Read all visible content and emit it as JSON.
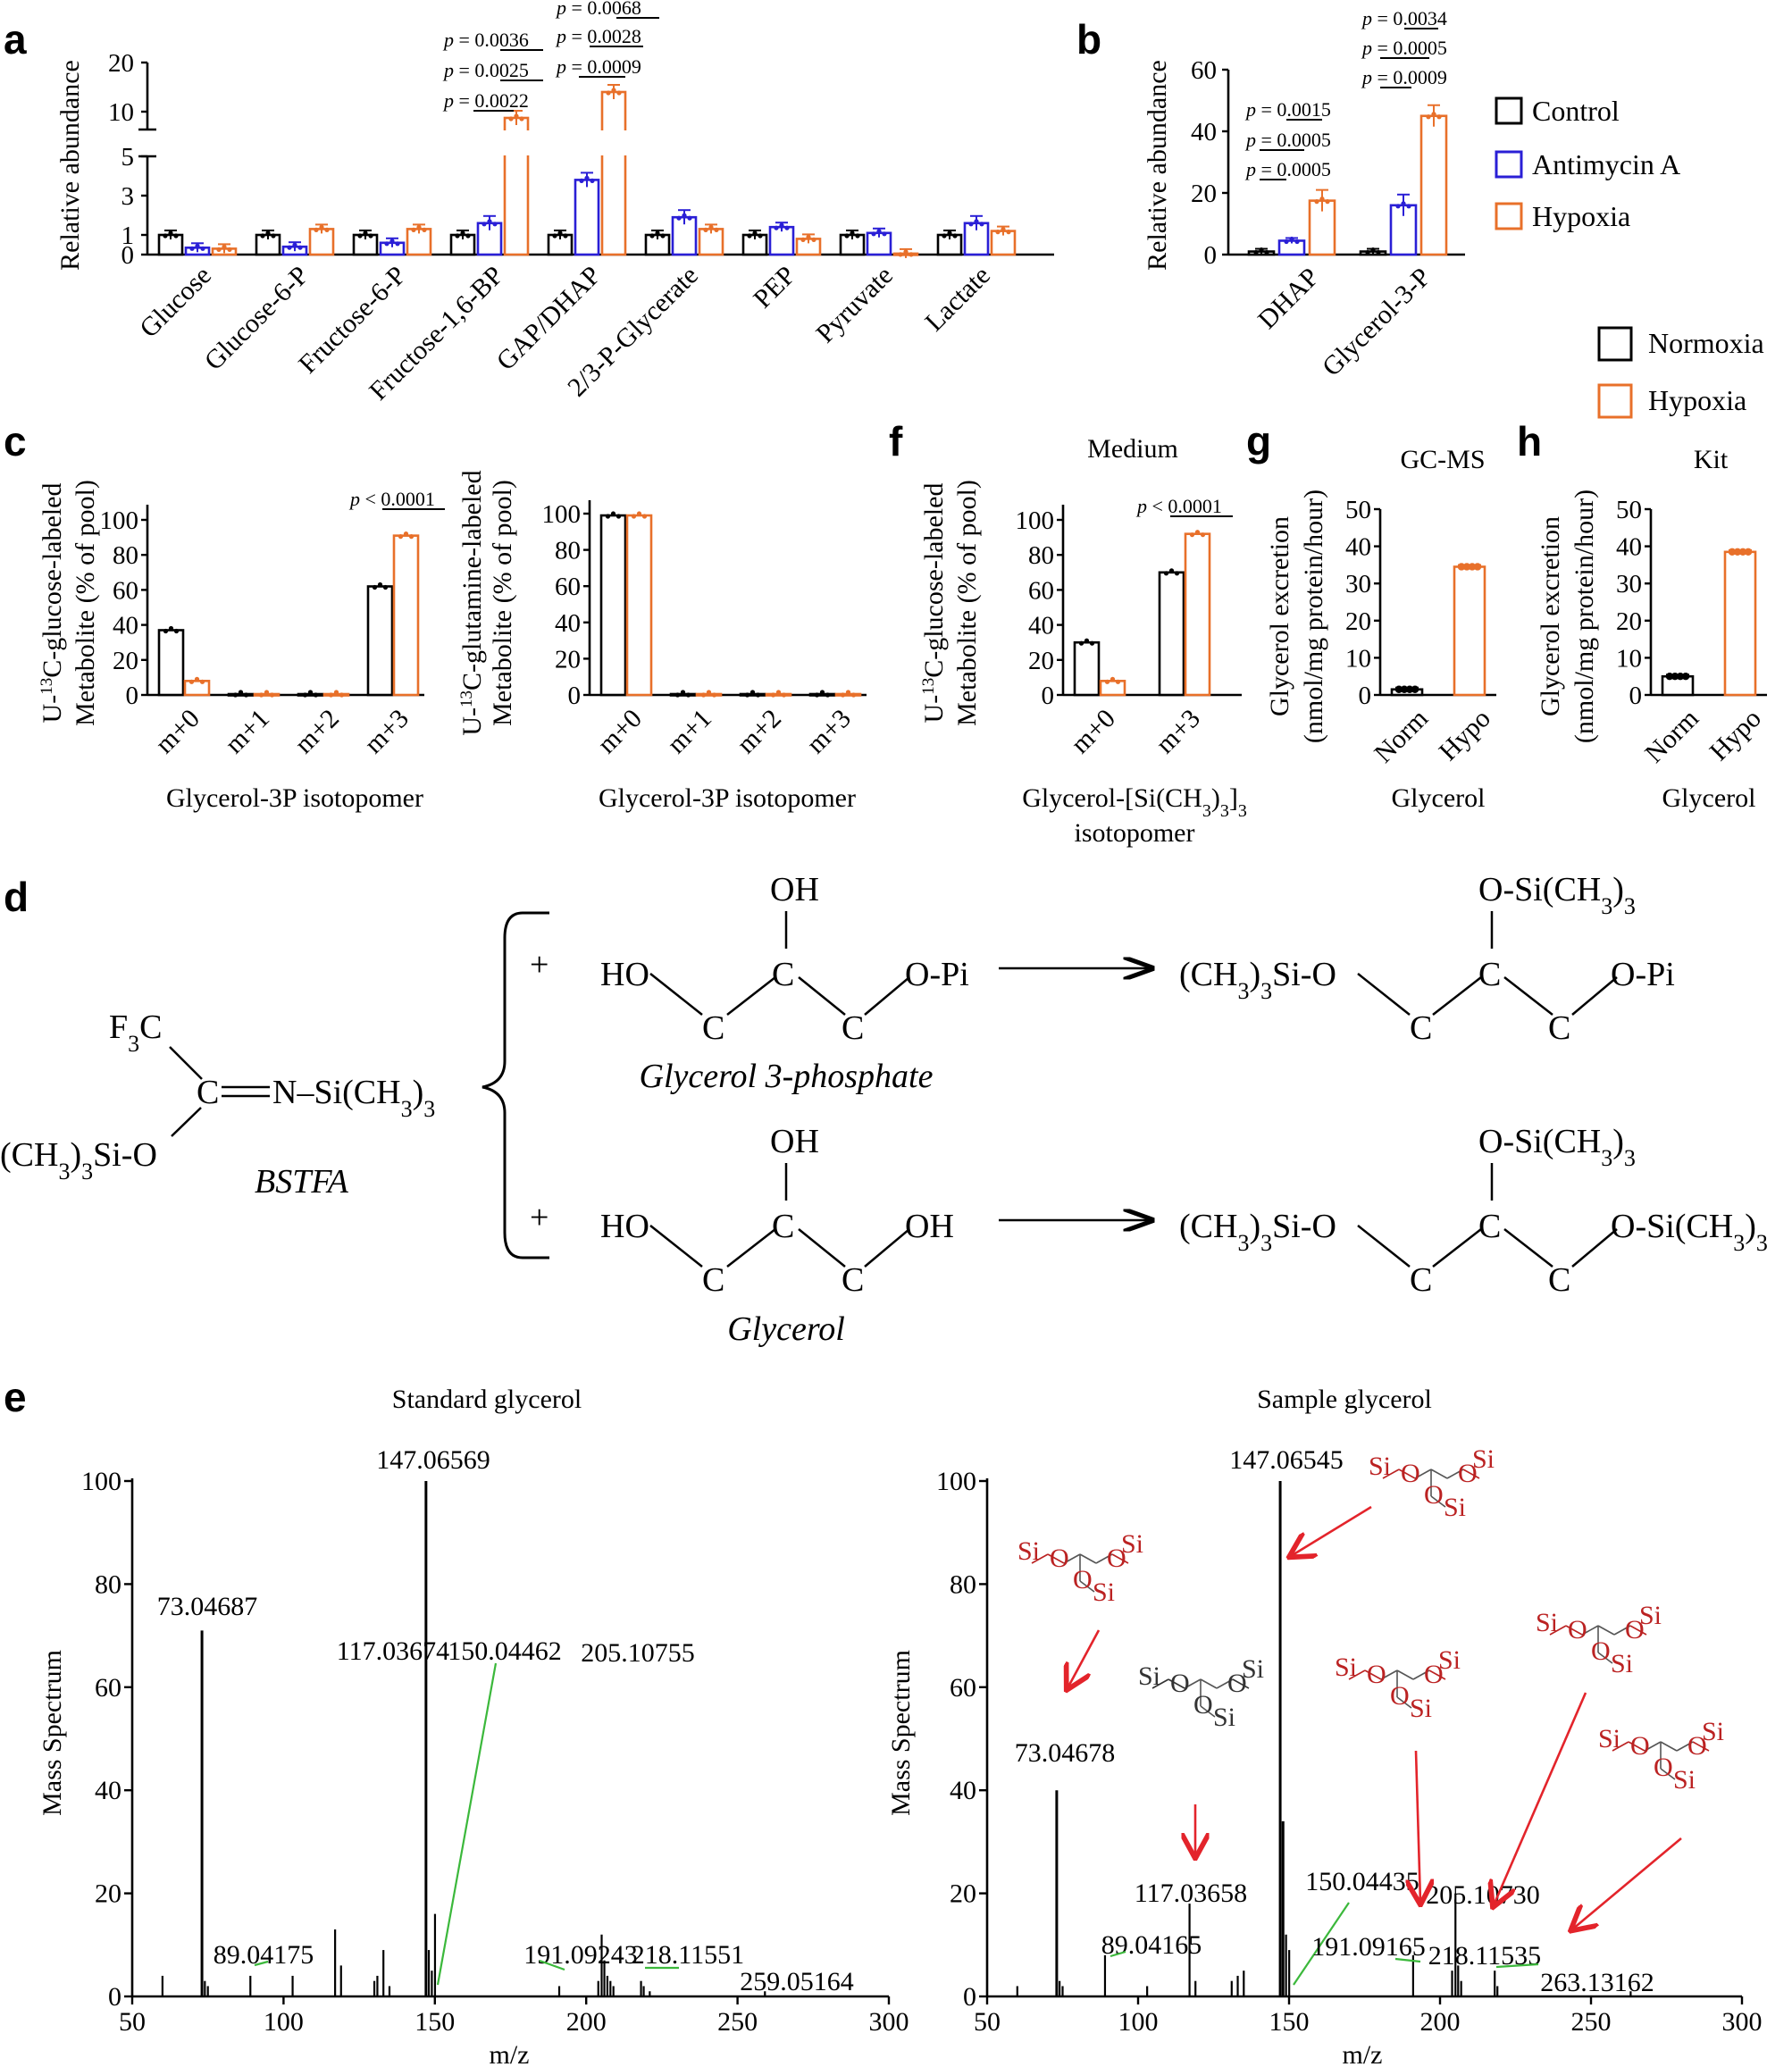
{
  "colors": {
    "control": "#000000",
    "antimycin": "#2a1fd6",
    "hypoxia": "#e8702a",
    "arrow_red": "#e3242b",
    "green": "#3bb83b"
  },
  "panels": {
    "a": "a",
    "b": "b",
    "c": "c",
    "d": "d",
    "e": "e",
    "f": "f",
    "g": "g",
    "h": "h"
  },
  "legend_ab": [
    "Control",
    "Antimycin A",
    "Hypoxia"
  ],
  "legend_cf": [
    "Normoxia",
    "Hypoxia"
  ],
  "chart_data": [
    {
      "id": "a",
      "type": "bar",
      "ylabel": "Relative abundance",
      "y_axis_break": true,
      "yticks": [
        "0",
        "1",
        "3",
        "5",
        "10",
        "20"
      ],
      "categories": [
        "Glucose",
        "Glucose-6-P",
        "Fructose-6-P",
        "Fructose-1,6-BP",
        "GAP/DHAP",
        "2/3-P-Glycerate",
        "PEP",
        "Pyruvate",
        "Lactate"
      ],
      "series": [
        {
          "name": "Control",
          "values": [
            1,
            1,
            1,
            1,
            1,
            1,
            1,
            1,
            1
          ]
        },
        {
          "name": "Antimycin A",
          "values": [
            0.35,
            0.4,
            0.6,
            1.6,
            3.8,
            1.9,
            1.4,
            1.1,
            1.6
          ]
        },
        {
          "name": "Hypoxia",
          "values": [
            0.3,
            1.3,
            1.3,
            8,
            14,
            1.3,
            0.8,
            0.05,
            1.2
          ]
        }
      ],
      "annotations": [
        "p = 0.0036",
        "p = 0.0025",
        "p = 0.0022",
        "p = 0.0068",
        "p = 0.0028",
        "p = 0.0009"
      ]
    },
    {
      "id": "b",
      "type": "bar",
      "ylabel": "Relative abundance",
      "ylim": [
        0,
        60
      ],
      "yticks": [
        "0",
        "20",
        "40",
        "60"
      ],
      "categories": [
        "DHAP",
        "Glycerol-3-P"
      ],
      "series": [
        {
          "name": "Control",
          "values": [
            1,
            1
          ]
        },
        {
          "name": "Antimycin A",
          "values": [
            4.5,
            16
          ]
        },
        {
          "name": "Hypoxia",
          "values": [
            17.5,
            45
          ]
        }
      ],
      "annotations": [
        "p = 0.0015",
        "p = 0.0005",
        "p = 0.0005",
        "p = 0.0034",
        "p = 0.0005",
        "p = 0.0009"
      ]
    },
    {
      "id": "c1",
      "type": "bar",
      "ylabel_top": "U-13C-glucose-labeled",
      "ylabel_bottom": "Metabolite (% of pool)",
      "ylim": [
        0,
        100
      ],
      "xlabel": "Glycerol-3P isotopomer",
      "categories": [
        "m+0",
        "m+1",
        "m+2",
        "m+3"
      ],
      "series": [
        {
          "name": "Normoxia",
          "values": [
            37,
            0.5,
            0.5,
            62
          ]
        },
        {
          "name": "Hypoxia",
          "values": [
            8,
            0.5,
            0.5,
            91
          ]
        }
      ],
      "annotations": [
        "p < 0.0001"
      ]
    },
    {
      "id": "c2",
      "type": "bar",
      "ylabel_top": "U-13C-glutamine-labeled",
      "ylabel_bottom": "Metabolite (% of pool)",
      "ylim": [
        0,
        100
      ],
      "xlabel": "Glycerol-3P isotopomer",
      "categories": [
        "m+0",
        "m+1",
        "m+2",
        "m+3"
      ],
      "series": [
        {
          "name": "Normoxia",
          "values": [
            99,
            0.5,
            0.5,
            0.5
          ]
        },
        {
          "name": "Hypoxia",
          "values": [
            99,
            0.5,
            0.5,
            0.5
          ]
        }
      ]
    },
    {
      "id": "f",
      "type": "bar",
      "title": "Medium",
      "ylabel_top": "U-13C-glucose-labeled",
      "ylabel_bottom": "Metabolite (% of pool)",
      "ylim": [
        0,
        100
      ],
      "xlabel_1": "Glycerol-[Si(CH3)3]3",
      "xlabel_2": "isotopomer",
      "categories": [
        "m+0",
        "m+3"
      ],
      "series": [
        {
          "name": "Normoxia",
          "values": [
            30,
            70
          ]
        },
        {
          "name": "Hypoxia",
          "values": [
            8,
            92
          ]
        }
      ],
      "annotations": [
        "p < 0.0001"
      ]
    },
    {
      "id": "g",
      "type": "bar",
      "title": "GC-MS",
      "ylabel_top": "Glycerol excretion",
      "ylabel_bottom": "(nmol/mg protein/hour)",
      "ylim": [
        0,
        50
      ],
      "xlabel": "Glycerol",
      "categories": [
        "Norm",
        "Hypo"
      ],
      "values": [
        1.5,
        34.5
      ]
    },
    {
      "id": "h",
      "type": "bar",
      "title": "Kit",
      "ylabel_top": "Glycerol excretion",
      "ylabel_bottom": "(nmol/mg protein/hour)",
      "ylim": [
        0,
        50
      ],
      "xlabel": "Glycerol",
      "categories": [
        "Norm",
        "Hypo"
      ],
      "values": [
        5,
        38.5
      ]
    },
    {
      "id": "e1",
      "type": "bar",
      "title": "Standard glycerol",
      "ylabel": "Mass Spectrum",
      "xlabel": "m/z",
      "xlim": [
        50,
        300
      ],
      "ylim": [
        0,
        100
      ],
      "peaks": [
        [
          73.04687,
          71
        ],
        [
          147.06569,
          100
        ],
        [
          117.03674,
          13
        ],
        [
          205.10755,
          12
        ],
        [
          150.04462,
          16
        ],
        [
          89.04175,
          4
        ],
        [
          191.09243,
          2
        ],
        [
          218.11551,
          3
        ],
        [
          259.05164,
          1
        ],
        [
          74,
          3
        ],
        [
          75,
          2
        ],
        [
          60,
          4
        ],
        [
          103,
          4
        ],
        [
          119,
          6
        ],
        [
          130,
          3
        ],
        [
          131,
          4
        ],
        [
          133,
          9
        ],
        [
          135,
          2
        ],
        [
          148,
          9
        ],
        [
          149,
          5
        ],
        [
          204,
          3
        ],
        [
          206,
          7
        ],
        [
          207,
          4
        ],
        [
          208,
          3
        ],
        [
          209,
          2
        ],
        [
          219,
          2
        ],
        [
          221,
          1
        ]
      ],
      "labels": [
        "73.04687",
        "147.06569",
        "117.03674",
        "205.10755",
        "150.04462",
        "89.04175",
        "191.09243",
        "218.11551",
        "259.05164"
      ]
    },
    {
      "id": "e2",
      "type": "bar",
      "title": "Sample glycerol",
      "ylabel": "Mass Spectrum",
      "xlabel": "m/z",
      "xlim": [
        50,
        300
      ],
      "ylim": [
        0,
        100
      ],
      "peaks": [
        [
          73.04678,
          40
        ],
        [
          147.06545,
          100
        ],
        [
          117.03658,
          18
        ],
        [
          205.1073,
          20
        ],
        [
          150.04435,
          9
        ],
        [
          89.04165,
          8
        ],
        [
          191.09165,
          8
        ],
        [
          218.11535,
          5
        ],
        [
          263.13162,
          1
        ],
        [
          74,
          3
        ],
        [
          75,
          2
        ],
        [
          60,
          2
        ],
        [
          103,
          2
        ],
        [
          119,
          3
        ],
        [
          131,
          3
        ],
        [
          133,
          4
        ],
        [
          135,
          5
        ],
        [
          148,
          34
        ],
        [
          149,
          12
        ],
        [
          204,
          5
        ],
        [
          206,
          6
        ],
        [
          207,
          3
        ],
        [
          219,
          2
        ]
      ],
      "labels": [
        "73.04678",
        "147.06545",
        "117.03658",
        "205.10730",
        "150.04435",
        "89.04165",
        "191.09165",
        "218.11535",
        "263.13162"
      ]
    }
  ],
  "axes": {
    "a_yticks": [
      "0",
      "1",
      "3",
      "5",
      "10",
      "20"
    ],
    "b_yticks": [
      "0",
      "20",
      "40",
      "60"
    ],
    "pct_yticks": [
      "0",
      "20",
      "40",
      "60",
      "80",
      "100"
    ],
    "g_yticks": [
      "0",
      "10",
      "20",
      "30",
      "40",
      "50"
    ],
    "e_yticks": [
      "0",
      "20",
      "40",
      "60",
      "80",
      "100"
    ],
    "e_xticks": [
      "50",
      "100",
      "150",
      "200",
      "250",
      "300"
    ],
    "iso_x": [
      "m+0",
      "m+1",
      "m+2",
      "m+3"
    ],
    "f_x": [
      "m+0",
      "m+3"
    ],
    "nh_x": [
      "Norm",
      "Hypo"
    ]
  },
  "texts": {
    "ylab_rel": "Relative abundance",
    "c_ylab_glc1": "U-",
    "c_ylab_13": "13",
    "c_ylab_glc2": "C-glucose-labeled",
    "c_ylab_gln2": "C-glutamine-labeled",
    "c_ylab_b": "Metabolite (% of pool)",
    "c_xlab": "Glycerol-3P isotopomer",
    "f_title": "Medium",
    "f_xlab1": "Glycerol-[Si(CH",
    "f_xlab_sub3": "3",
    "f_xlab1b": ")",
    "f_xlab1c": "]",
    "f_xlab2": "isotopomer",
    "g_title": "GC-MS",
    "h_title": "Kit",
    "gh_ylab1": "Glycerol excretion",
    "gh_ylab2": "(nmol/mg protein/hour)",
    "gh_xlab": "Glycerol",
    "e_title1": "Standard glycerol",
    "e_title2": "Sample glycerol",
    "e_ylab": "Mass Spectrum",
    "e_xlab": "m/z",
    "p_prefix": "p",
    "p_eq": " = 0.",
    "p_lt": " < ",
    "pv_a": [
      "0036",
      "0025",
      "0022",
      "0068",
      "0028",
      "0009"
    ],
    "pv_b": [
      "0015",
      "0005",
      "0005",
      "0034",
      "0005",
      "0009"
    ],
    "pv_cf": "0.0001"
  },
  "chem": {
    "plus": "+",
    "HO": "HO",
    "OH": "OH",
    "C": "C",
    "OPi": "O-Pi",
    "F3C_F": "F",
    "F3C_3": "3",
    "F3C_C": "C",
    "bstfa_mid": "C",
    "bstfa_right": "N–Si(CH",
    "sub3": "3",
    "close": ")",
    "bstfa_left_a": "(CH",
    "bstfa_left_b": ")",
    "bstfa_left_c": "Si-O",
    "bstfa_name": "BSTFA",
    "g3p_name": "Glycerol 3-phosphate",
    "gly_name": "Glycerol",
    "osi": "O-Si(CH",
    "prod_left_a": "(CH",
    "prod_left_c": "Si-O",
    "si": "Si",
    "o": "O"
  }
}
